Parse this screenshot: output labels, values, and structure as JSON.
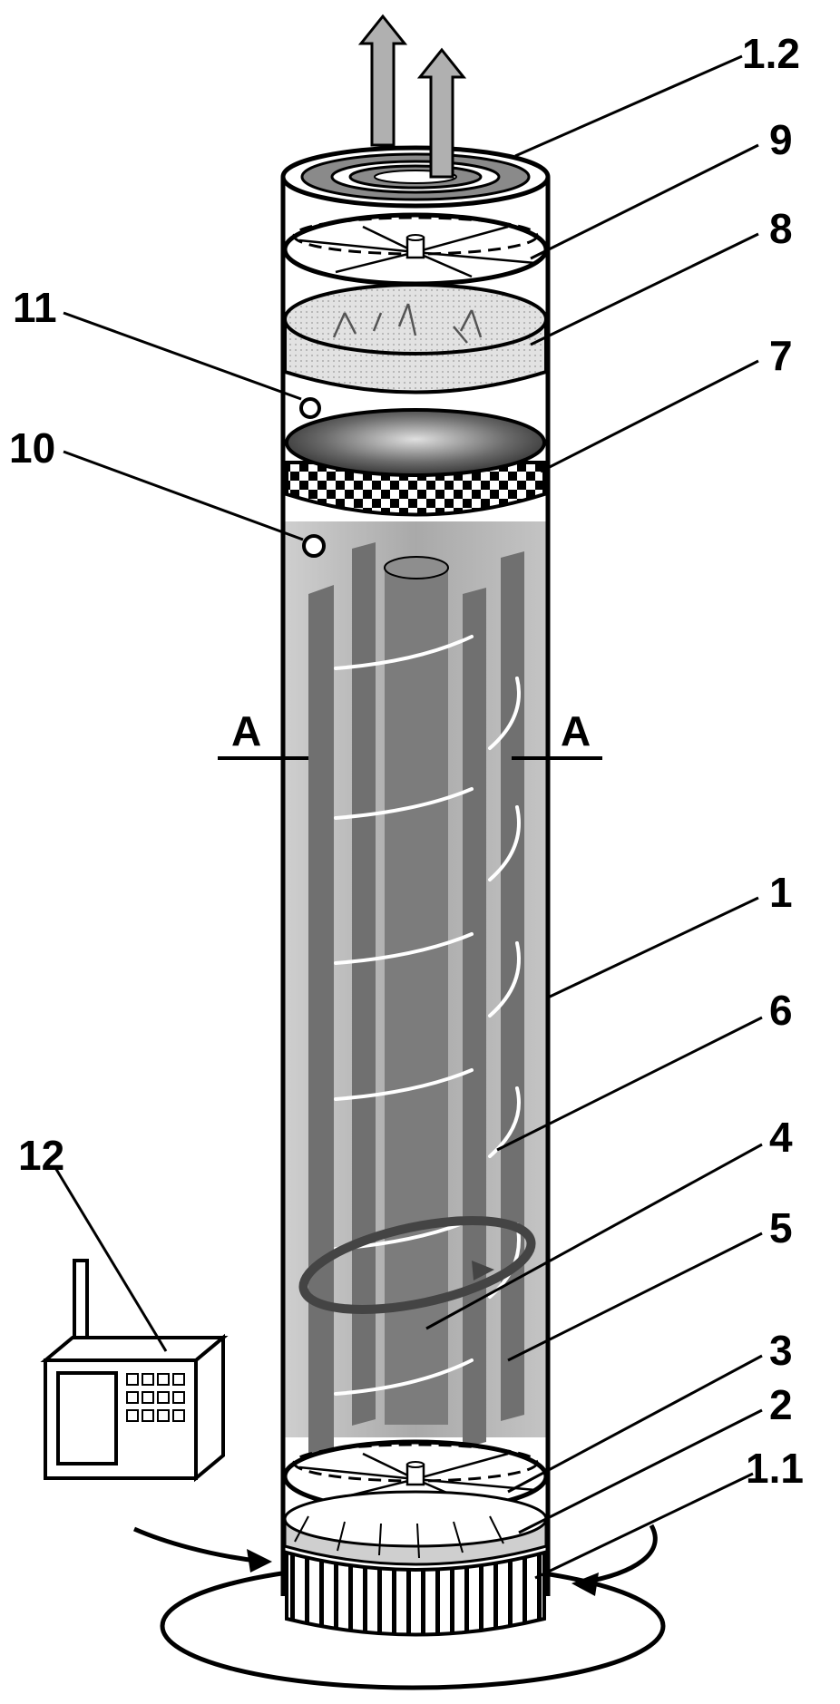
{
  "labels": {
    "l_1_2": "1.2",
    "l_9": "9",
    "l_8": "8",
    "l_11": "11",
    "l_7": "7",
    "l_10": "10",
    "l_A_left": "A",
    "l_A_right": "A",
    "l_1": "1",
    "l_6": "6",
    "l_12": "12",
    "l_4": "4",
    "l_5": "5",
    "l_3": "3",
    "l_2": "2",
    "l_1_1": "1.1"
  },
  "colors": {
    "line": "#000000",
    "body_fill": "#b8b8b8",
    "rod_fill": "#6e6e6e",
    "core_fill": "#7a7a7a",
    "outlet_arrow": "#9a9a9a",
    "filter_fill": "#d9d9d9",
    "cap_dark": "#4a4a4a"
  }
}
